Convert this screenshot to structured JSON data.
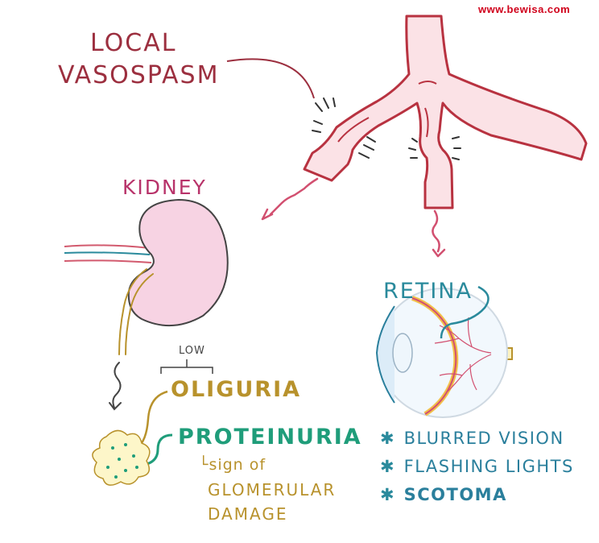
{
  "watermark": "www.bewisa.com",
  "labels": {
    "vasospasm_line1": "LOCAL",
    "vasospasm_line2": "VASOSPASM",
    "kidney": "KIDNEY",
    "retina": "RETINA",
    "low": "LOW",
    "oliguria": "OLIGURIA",
    "proteinuria": "PROTEINURIA",
    "sign_of": "└sign of",
    "glomerular": "GLOMERULAR",
    "damage": "DAMAGE"
  },
  "symptoms": {
    "bullet": "✱",
    "items": [
      "BLURRED VISION",
      "FLASHING LIGHTS",
      "SCOTOMA"
    ]
  },
  "colors": {
    "vessel_outline": "#b83240",
    "vessel_fill": "#fbe2e6",
    "kidney_fill": "#f7d3e3",
    "urine": "#b8922c",
    "protein": "#1f9d7a",
    "retina_label": "#2a8a9c",
    "watermark": "#d0021b"
  }
}
